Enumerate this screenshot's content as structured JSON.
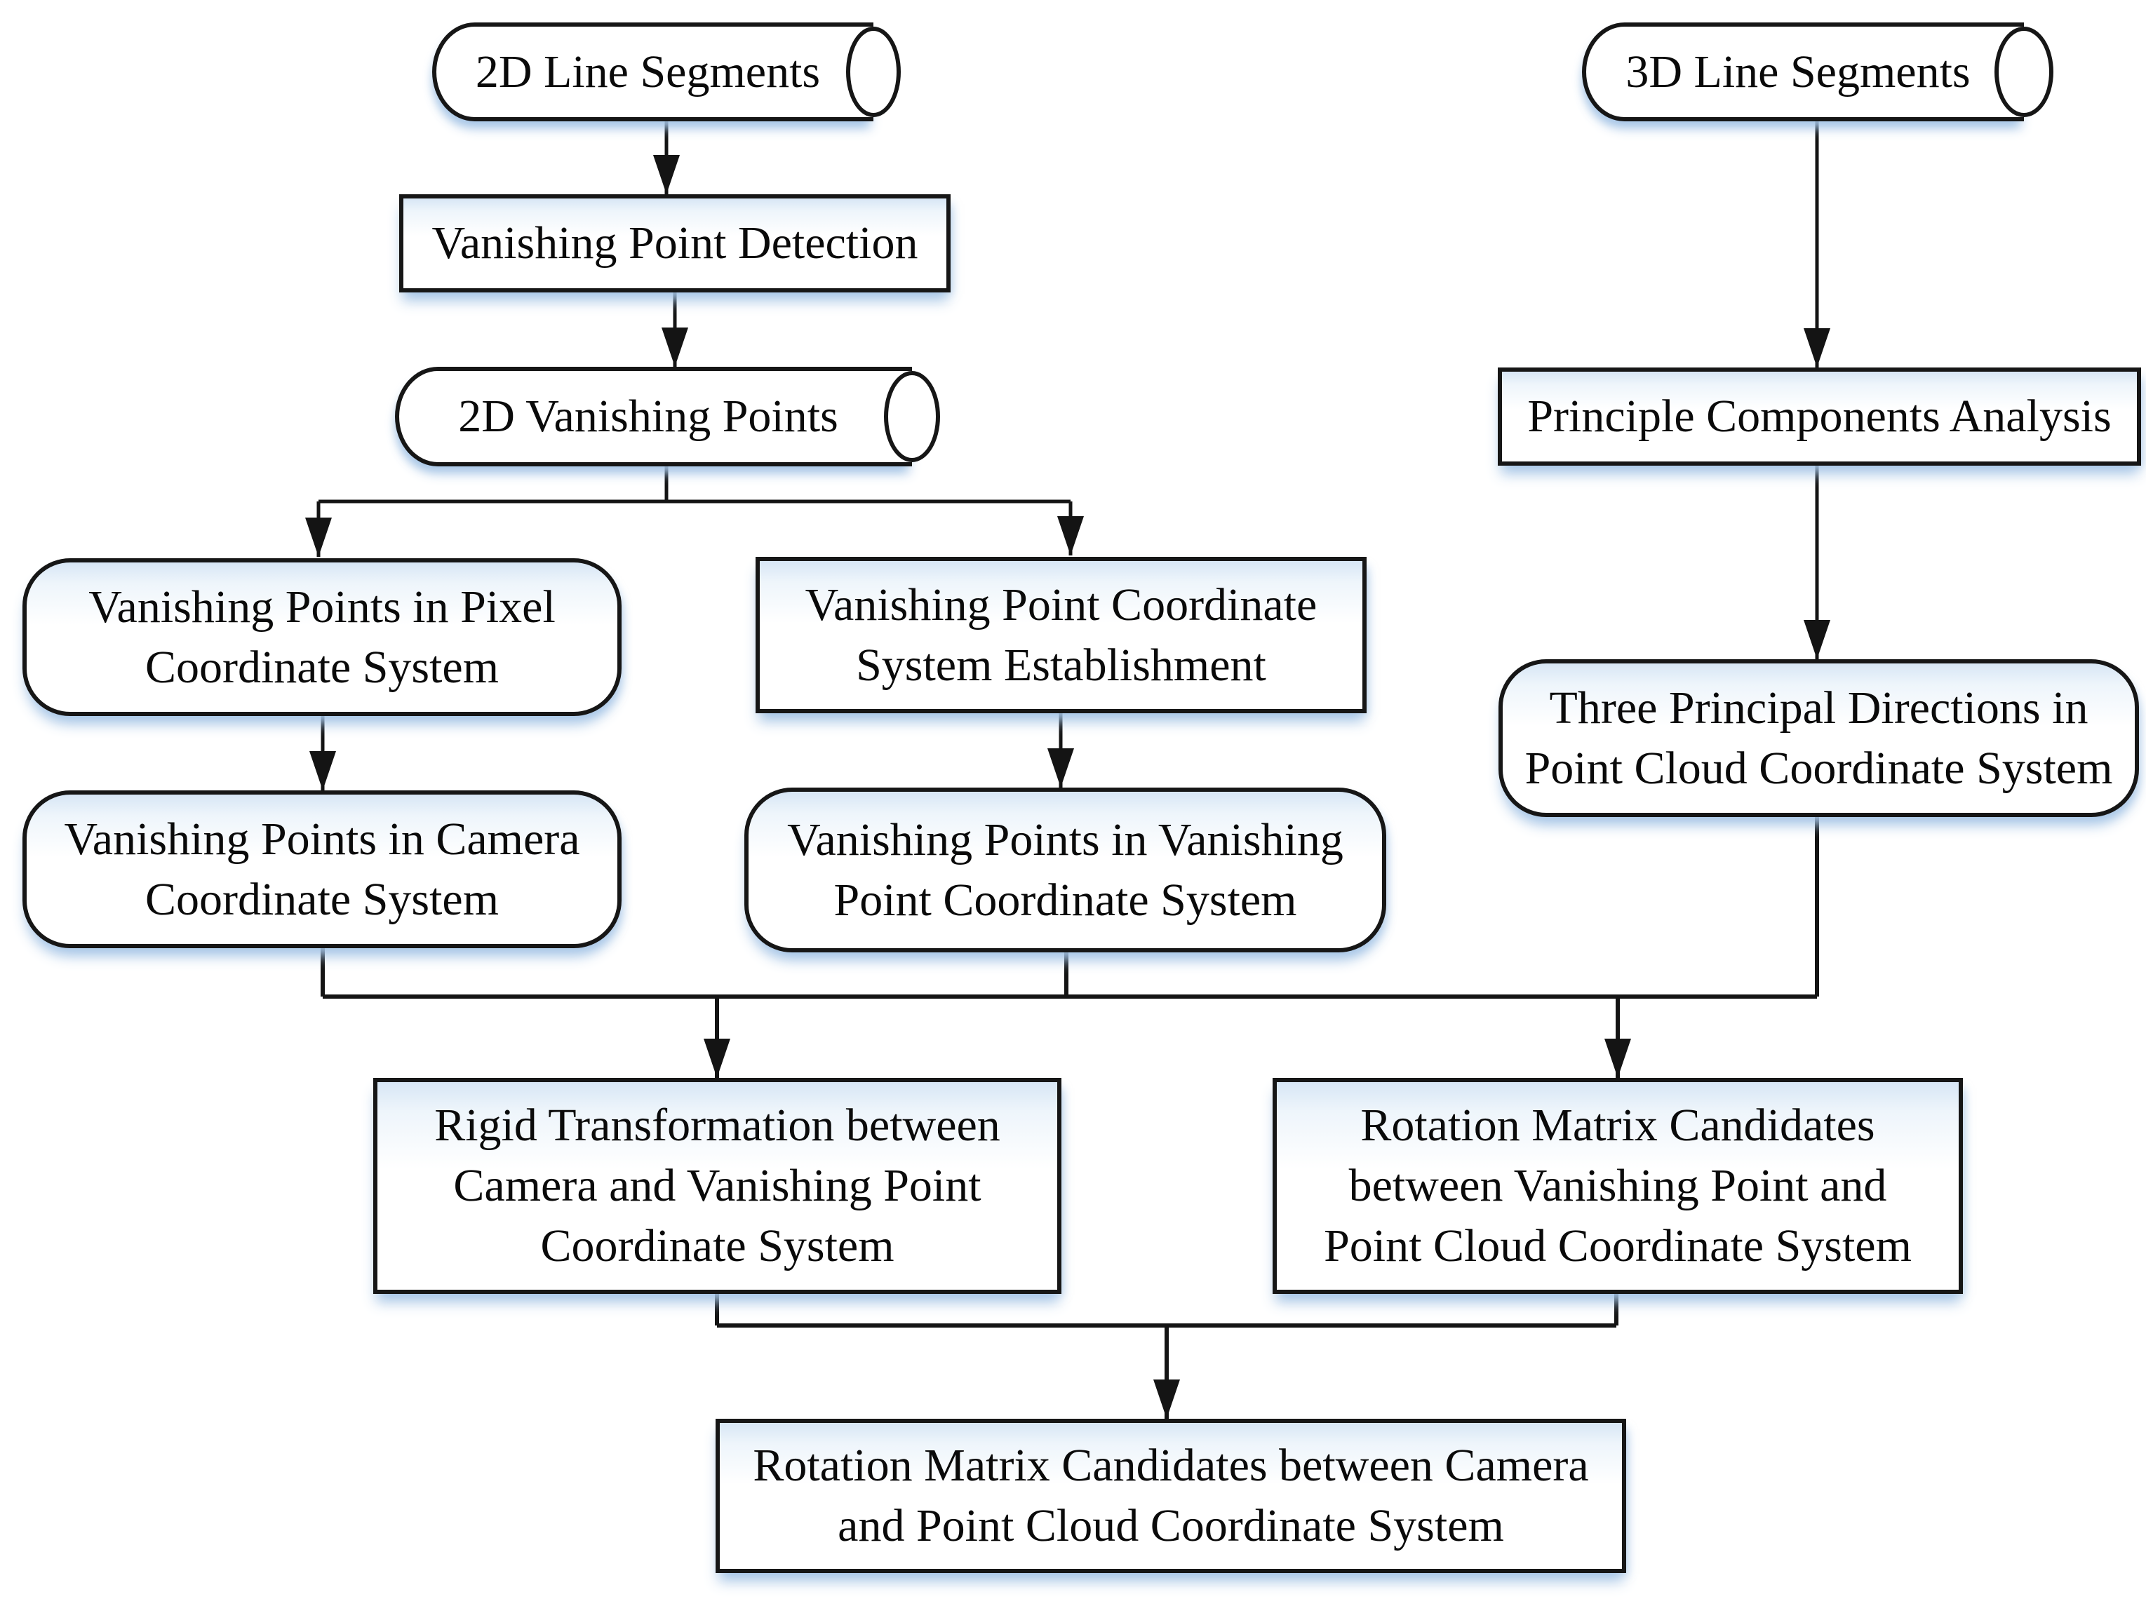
{
  "diagram": {
    "title": "Rotation matrix candidates estimation flowchart",
    "colors": {
      "background": "#ffffff",
      "line": "#141414",
      "border": "#161616",
      "shadow": "#b9d0e9",
      "text": "#0a0a0a"
    },
    "nodes": {
      "cyl_2d_line_segments": {
        "shape": "cylinder",
        "label": "2D Line Segments"
      },
      "box_vanishing_point_detection": {
        "shape": "process",
        "lines": [
          "Vanishing Point Detection"
        ]
      },
      "cyl_2d_vanishing_points": {
        "shape": "cylinder",
        "label": "2D Vanishing Points"
      },
      "box_vp_pixel": {
        "shape": "rounded",
        "lines": [
          "Vanishing Points in Pixel",
          "Coordinate System"
        ]
      },
      "box_vp_coord_establishment": {
        "shape": "process",
        "lines": [
          "Vanishing Point Coordinate",
          "System Establishment"
        ]
      },
      "box_vp_camera": {
        "shape": "rounded",
        "lines": [
          "Vanishing Points in Camera",
          "Coordinate System"
        ]
      },
      "box_vp_in_vpcs": {
        "shape": "rounded",
        "lines": [
          "Vanishing Points in Vanishing",
          "Point Coordinate System"
        ]
      },
      "cyl_3d_line_segments": {
        "shape": "cylinder",
        "label": "3D Line Segments"
      },
      "box_pca": {
        "shape": "process",
        "lines": [
          "Principle Components Analysis"
        ]
      },
      "box_three_principal_directions": {
        "shape": "rounded",
        "lines": [
          "Three Principal Directions in",
          "Point Cloud Coordinate System"
        ]
      },
      "box_rigid_transformation": {
        "shape": "process",
        "lines": [
          "Rigid Transformation between",
          "Camera and Vanishing Point",
          "Coordinate System"
        ]
      },
      "box_rotation_vp_pointcloud": {
        "shape": "process",
        "lines": [
          "Rotation Matrix Candidates",
          "between Vanishing Point and",
          "Point Cloud Coordinate System"
        ]
      },
      "box_rotation_camera_pointcloud": {
        "shape": "process",
        "lines": [
          "Rotation Matrix Candidates between Camera",
          "and Point Cloud Coordinate System"
        ]
      }
    }
  }
}
